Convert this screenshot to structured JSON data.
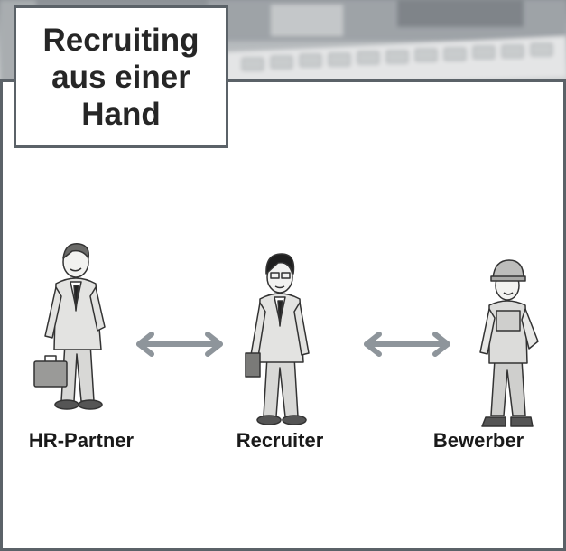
{
  "title": "Recruiting\naus einer\nHand",
  "roles": [
    {
      "label": "HR-Partner"
    },
    {
      "label": "Recruiter"
    },
    {
      "label": "Bewerber"
    }
  ],
  "colors": {
    "frame": "#5b6268",
    "arrow": "#8e959b",
    "text": "#262626"
  }
}
